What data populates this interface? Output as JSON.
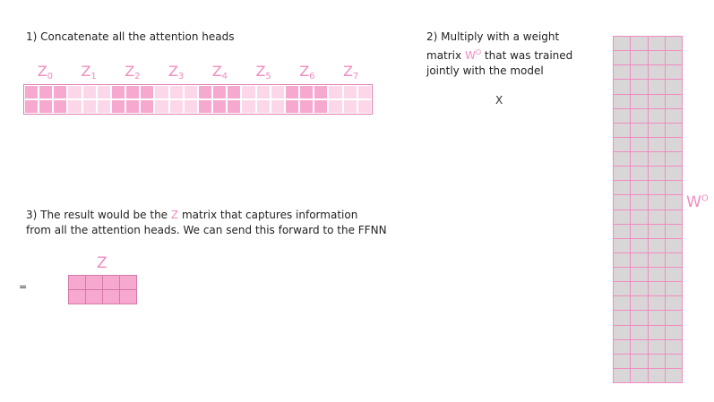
{
  "step1": {
    "text": "1) Concatenate all the attention heads"
  },
  "step2": {
    "line1": "2) Multiply with a weight",
    "line2_pre": "matrix ",
    "line2_symbol": "W",
    "line2_superscript": "O",
    "line2_post": " that was trained",
    "line3": "jointly with the model"
  },
  "step3": {
    "line1_pre": "3) The result would be the ",
    "line1_symbol": "Z",
    "line1_post": " matrix that captures information",
    "line2": "from all the attention heads. We can send this forward to the FFNN"
  },
  "heads": [
    {
      "letter": "Z",
      "index": "0"
    },
    {
      "letter": "Z",
      "index": "1"
    },
    {
      "letter": "Z",
      "index": "2"
    },
    {
      "letter": "Z",
      "index": "3"
    },
    {
      "letter": "Z",
      "index": "4"
    },
    {
      "letter": "Z",
      "index": "5"
    },
    {
      "letter": "Z",
      "index": "6"
    },
    {
      "letter": "Z",
      "index": "7"
    }
  ],
  "operators": {
    "multiply": "X",
    "equals": "="
  },
  "wo_label": {
    "letter": "W",
    "superscript": "O"
  },
  "z_label": "Z",
  "colors": {
    "accent": "#f08bc0",
    "cell_dark": "#f7a8cf",
    "cell_light": "#fbd7e9",
    "weight_cell": "#d9d6d8"
  }
}
